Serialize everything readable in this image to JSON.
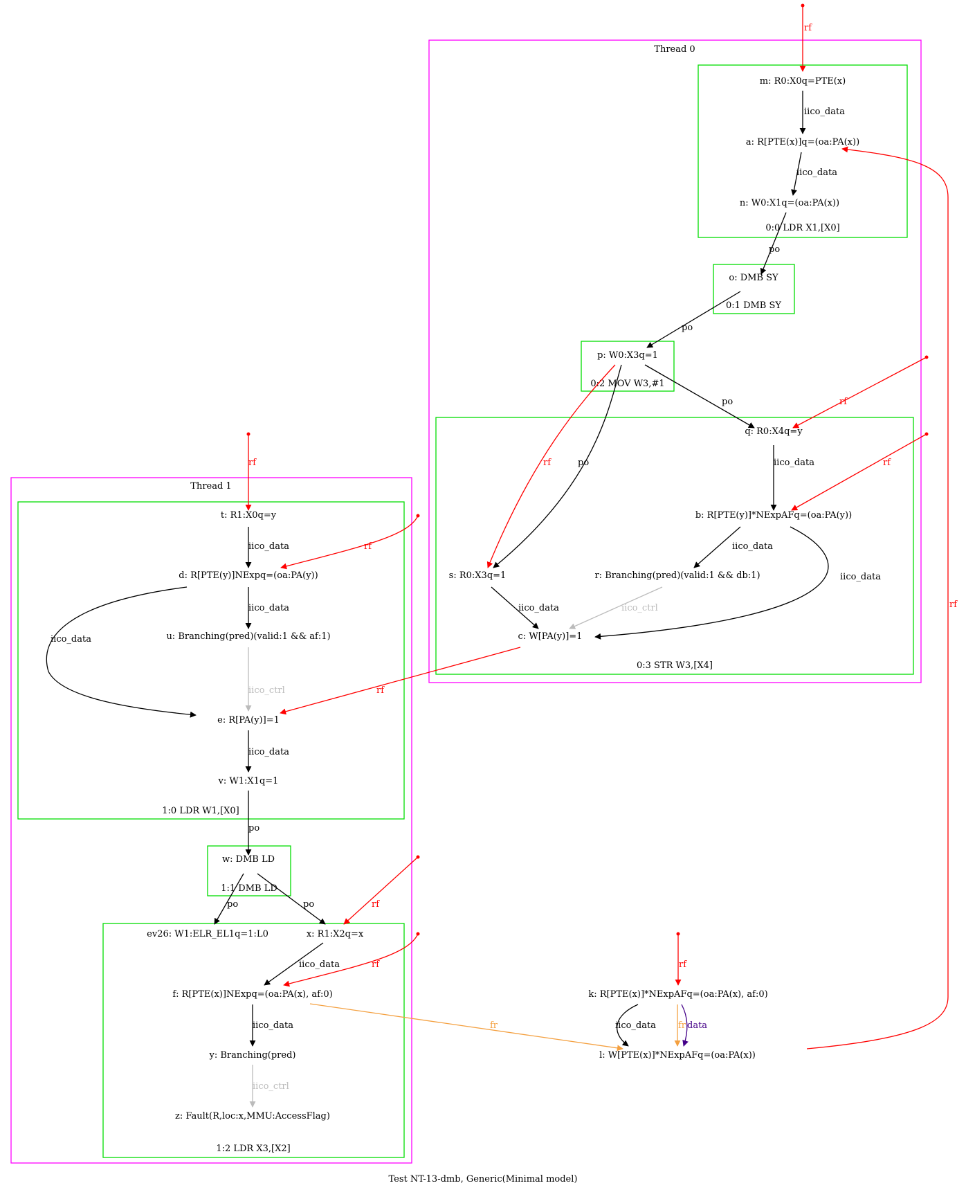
{
  "caption": "Test NT-13-dmb, Generic(Minimal model)",
  "colors": {
    "thread_border": "#ff00ff",
    "instr_border": "#00dd00",
    "rf": "#ff0000",
    "po": "#000000",
    "iico_data": "#000000",
    "iico_ctrl": "#bbbbbb",
    "fr": "#f4a040",
    "data": "#440088"
  },
  "threads": [
    {
      "id": "thread0",
      "label": "Thread 0"
    },
    {
      "id": "thread1",
      "label": "Thread 1"
    }
  ],
  "instructions": [
    {
      "id": "i00",
      "label": "0:0 LDR X1,[X0]"
    },
    {
      "id": "i01",
      "label": "0:1 DMB SY"
    },
    {
      "id": "i02",
      "label": "0:2 MOV W3,#1"
    },
    {
      "id": "i03",
      "label": "0:3 STR W3,[X4]"
    },
    {
      "id": "i10",
      "label": "1:0 LDR W1,[X0]"
    },
    {
      "id": "i11",
      "label": "1:1 DMB LD"
    },
    {
      "id": "i12",
      "label": "1:2 LDR X3,[X2]"
    }
  ],
  "nodes": [
    {
      "id": "m",
      "label": "m: R0:X0q=PTE(x)"
    },
    {
      "id": "a",
      "label": "a: R[PTE(x)]q=(oa:PA(x))"
    },
    {
      "id": "n",
      "label": "n: W0:X1q=(oa:PA(x))"
    },
    {
      "id": "o",
      "label": "o: DMB SY"
    },
    {
      "id": "p",
      "label": "p: W0:X3q=1"
    },
    {
      "id": "q",
      "label": "q: R0:X4q=y"
    },
    {
      "id": "b",
      "label": "b: R[PTE(y)]*NExpAFq=(oa:PA(y))"
    },
    {
      "id": "s",
      "label": "s: R0:X3q=1"
    },
    {
      "id": "r",
      "label": "r: Branching(pred)(valid:1 && db:1)"
    },
    {
      "id": "c",
      "label": "c: W[PA(y)]=1"
    },
    {
      "id": "t",
      "label": "t: R1:X0q=y"
    },
    {
      "id": "d",
      "label": "d: R[PTE(y)]NExpq=(oa:PA(y))"
    },
    {
      "id": "u",
      "label": "u: Branching(pred)(valid:1 && af:1)"
    },
    {
      "id": "e",
      "label": "e: R[PA(y)]=1"
    },
    {
      "id": "v",
      "label": "v: W1:X1q=1"
    },
    {
      "id": "w",
      "label": "w: DMB LD"
    },
    {
      "id": "ev26",
      "label": "ev26: W1:ELR_EL1q=1:L0"
    },
    {
      "id": "x",
      "label": "x: R1:X2q=x"
    },
    {
      "id": "f",
      "label": "f: R[PTE(x)]NExpq=(oa:PA(x), af:0)"
    },
    {
      "id": "y",
      "label": "y: Branching(pred)"
    },
    {
      "id": "z",
      "label": "z: Fault(R,loc:x,MMU:AccessFlag)"
    },
    {
      "id": "k",
      "label": "k: R[PTE(x)]*NExpAFq=(oa:PA(x), af:0)"
    },
    {
      "id": "l",
      "label": "l: W[PTE(x)]*NExpAFq=(oa:PA(x))"
    }
  ],
  "edges": [
    {
      "id": "rf-init-m",
      "kind": "rf",
      "label": "rf"
    },
    {
      "id": "m-a",
      "kind": "iico_data",
      "label": "iico_data"
    },
    {
      "id": "a-n",
      "kind": "iico_data",
      "label": "iico_data"
    },
    {
      "id": "n-o",
      "kind": "po",
      "label": "po"
    },
    {
      "id": "o-p",
      "kind": "po",
      "label": "po"
    },
    {
      "id": "p-q",
      "kind": "po",
      "label": "po"
    },
    {
      "id": "rf-init-q",
      "kind": "rf",
      "label": "rf"
    },
    {
      "id": "q-b",
      "kind": "iico_data",
      "label": "iico_data"
    },
    {
      "id": "rf-init-b",
      "kind": "rf",
      "label": "rf"
    },
    {
      "id": "p-s-rf",
      "kind": "rf",
      "label": "rf"
    },
    {
      "id": "p-s-po",
      "kind": "po",
      "label": "po"
    },
    {
      "id": "b-r",
      "kind": "iico_data",
      "label": "iico_data"
    },
    {
      "id": "b-c",
      "kind": "iico_data",
      "label": "iico_data"
    },
    {
      "id": "s-c",
      "kind": "iico_data",
      "label": "iico_data"
    },
    {
      "id": "r-c",
      "kind": "iico_ctrl",
      "label": "iico_ctrl"
    },
    {
      "id": "rf-init-t",
      "kind": "rf",
      "label": "rf"
    },
    {
      "id": "t-d",
      "kind": "iico_data",
      "label": "iico_data"
    },
    {
      "id": "rf-init-d",
      "kind": "rf",
      "label": "rf"
    },
    {
      "id": "d-u",
      "kind": "iico_data",
      "label": "iico_data"
    },
    {
      "id": "d-e",
      "kind": "iico_data",
      "label": "iico_data"
    },
    {
      "id": "u-e",
      "kind": "iico_ctrl",
      "label": "iico_ctrl"
    },
    {
      "id": "c-e",
      "kind": "rf",
      "label": "rf"
    },
    {
      "id": "e-v",
      "kind": "iico_data",
      "label": "iico_data"
    },
    {
      "id": "v-w",
      "kind": "po",
      "label": "po"
    },
    {
      "id": "w-ev26",
      "kind": "po",
      "label": "po"
    },
    {
      "id": "w-x",
      "kind": "po",
      "label": "po"
    },
    {
      "id": "rf-init-x",
      "kind": "rf",
      "label": "rf"
    },
    {
      "id": "x-f",
      "kind": "iico_data",
      "label": "iico_data"
    },
    {
      "id": "rf-init-f",
      "kind": "rf",
      "label": "rf"
    },
    {
      "id": "f-y",
      "kind": "iico_data",
      "label": "iico_data"
    },
    {
      "id": "y-z",
      "kind": "iico_ctrl",
      "label": "iico_ctrl"
    },
    {
      "id": "f-l",
      "kind": "fr",
      "label": "fr"
    },
    {
      "id": "rf-init-k",
      "kind": "rf",
      "label": "rf"
    },
    {
      "id": "k-l-iico",
      "kind": "iico_data",
      "label": "iico_data"
    },
    {
      "id": "k-l-fr",
      "kind": "fr",
      "label": "fr"
    },
    {
      "id": "k-l-data",
      "kind": "data",
      "label": "data"
    },
    {
      "id": "l-a",
      "kind": "rf",
      "label": "rf"
    }
  ]
}
